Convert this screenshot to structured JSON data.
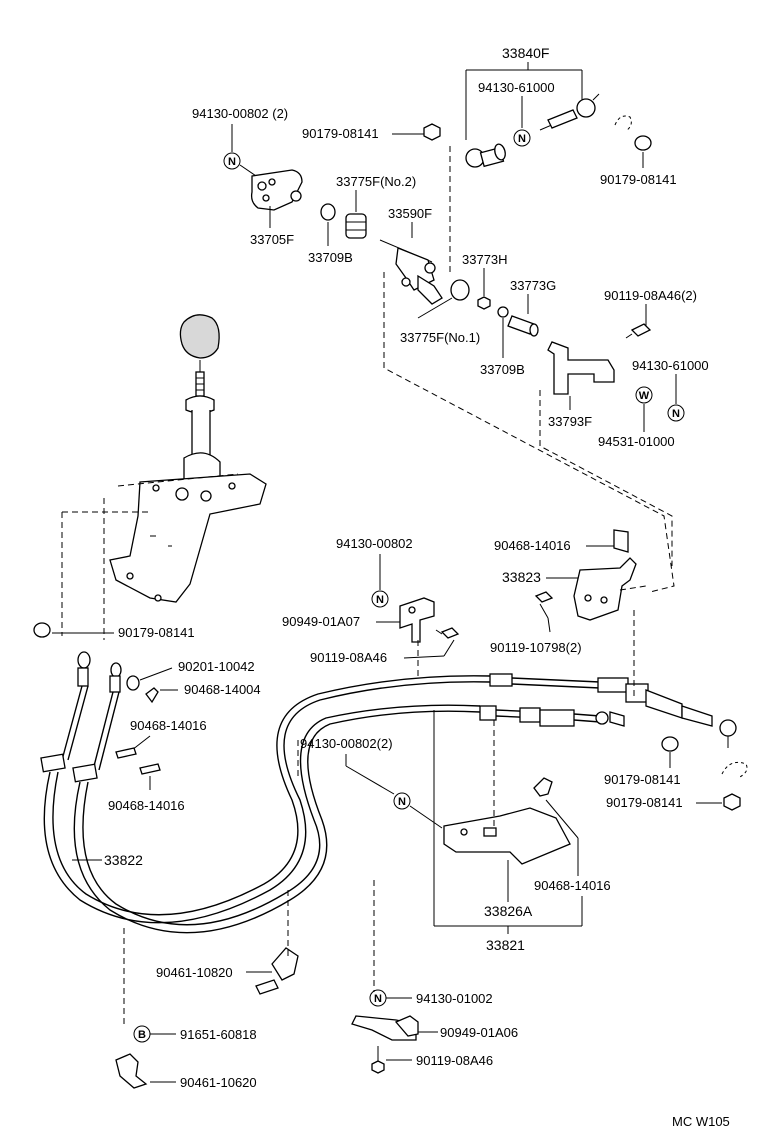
{
  "diagram_code": "MC W105",
  "labels": {
    "p33840F": "33840F",
    "p94130_61000_top": "94130-61000",
    "p94130_00802_2_top": "94130-00802 (2)",
    "p90179_08141_a": "90179-08141",
    "p90179_08141_b": "90179-08141",
    "p33775F_no2": "33775F(No.2)",
    "p33590F": "33590F",
    "p33705F": "33705F",
    "p33709B_a": "33709B",
    "p33773H": "33773H",
    "p33773G": "33773G",
    "p90119_08A46_2": "90119-08A46(2)",
    "p33775F_no1": "33775F(No.1)",
    "p33709B_b": "33709B",
    "p94130_61000_r": "94130-61000",
    "p33793F": "33793F",
    "p94531_01000": "94531-01000",
    "p94130_00802": "94130-00802",
    "p90468_14016_a": "90468-14016",
    "p33823": "33823",
    "p90949_01A07": "90949-01A07",
    "p90119_10798_2": "90119-10798(2)",
    "p90119_08A46_a": "90119-08A46",
    "p90179_08141_c": "90179-08141",
    "p90201_10042": "90201-10042",
    "p90468_14004": "90468-14004",
    "p90468_14016_b": "90468-14016",
    "p90468_14016_c": "90468-14016",
    "p94130_00802_2_mid": "94130-00802(2)",
    "p90179_08141_d": "90179-08141",
    "p90179_08141_e": "90179-08141",
    "p33822": "33822",
    "p90468_14016_d": "90468-14016",
    "p33826A": "33826A",
    "p33821": "33821",
    "p90461_10820": "90461-10820",
    "p94130_01002": "94130-01002",
    "p90949_01A06": "90949-01A06",
    "p91651_60818": "91651-60818",
    "p90119_08A46_b": "90119-08A46",
    "p90461_10620": "90461-10620"
  },
  "badges": {
    "n": "N",
    "w": "W",
    "b": "B"
  }
}
